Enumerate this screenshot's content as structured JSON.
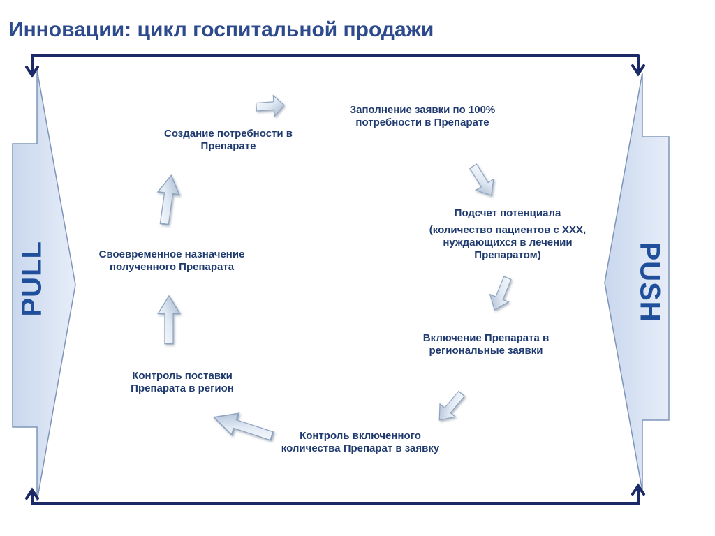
{
  "title": "Инновации: цикл госпитальной продажи",
  "side_labels": {
    "pull": "PULL",
    "push": "PUSH"
  },
  "steps": {
    "need": "Создание потребности в Препарате",
    "application": "Заполнение заявки по 100% потребности в Препарате",
    "potential_title": "Подсчет потенциала",
    "potential_detail": "(количество пациентов с XXX, нуждающихся в лечении Препаратом)",
    "regional": "Включение Препарата в региональные заявки",
    "control_quantity": "Контроль включенного количества Препарат в заявку",
    "control_supply": "Контроль поставки Препарата в регион",
    "prescription": "Своевременное назначение полученного Препарата"
  }
}
